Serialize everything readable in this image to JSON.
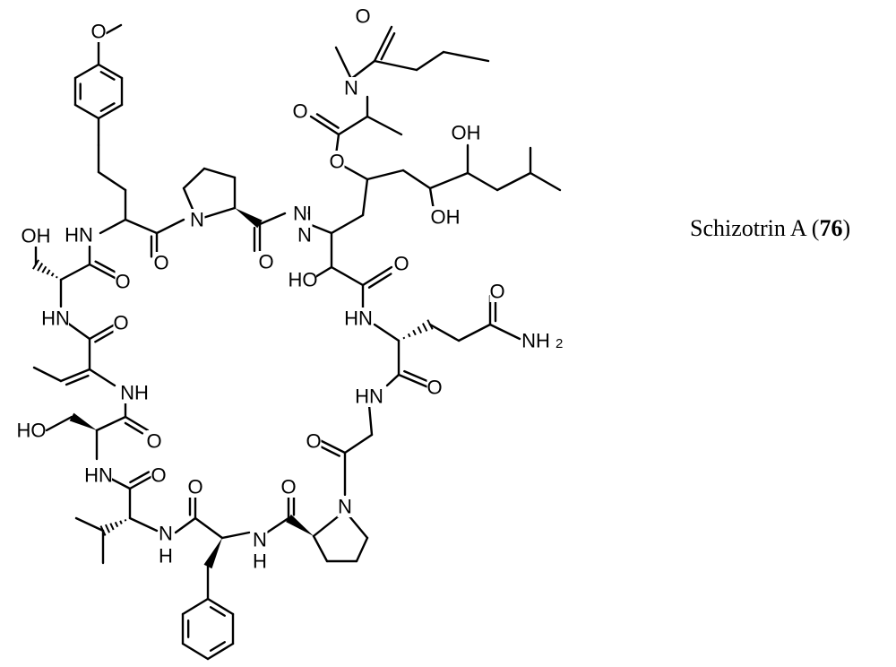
{
  "caption": {
    "name": "Schizotrin A",
    "number": "76"
  },
  "atom_labels": {
    "O": "O",
    "N": "N",
    "NH": "NH",
    "HN": "HN",
    "OH": "OH",
    "HO": "HO",
    "H": "H",
    "NH2_main": "NH",
    "NH2_sub": "2"
  }
}
